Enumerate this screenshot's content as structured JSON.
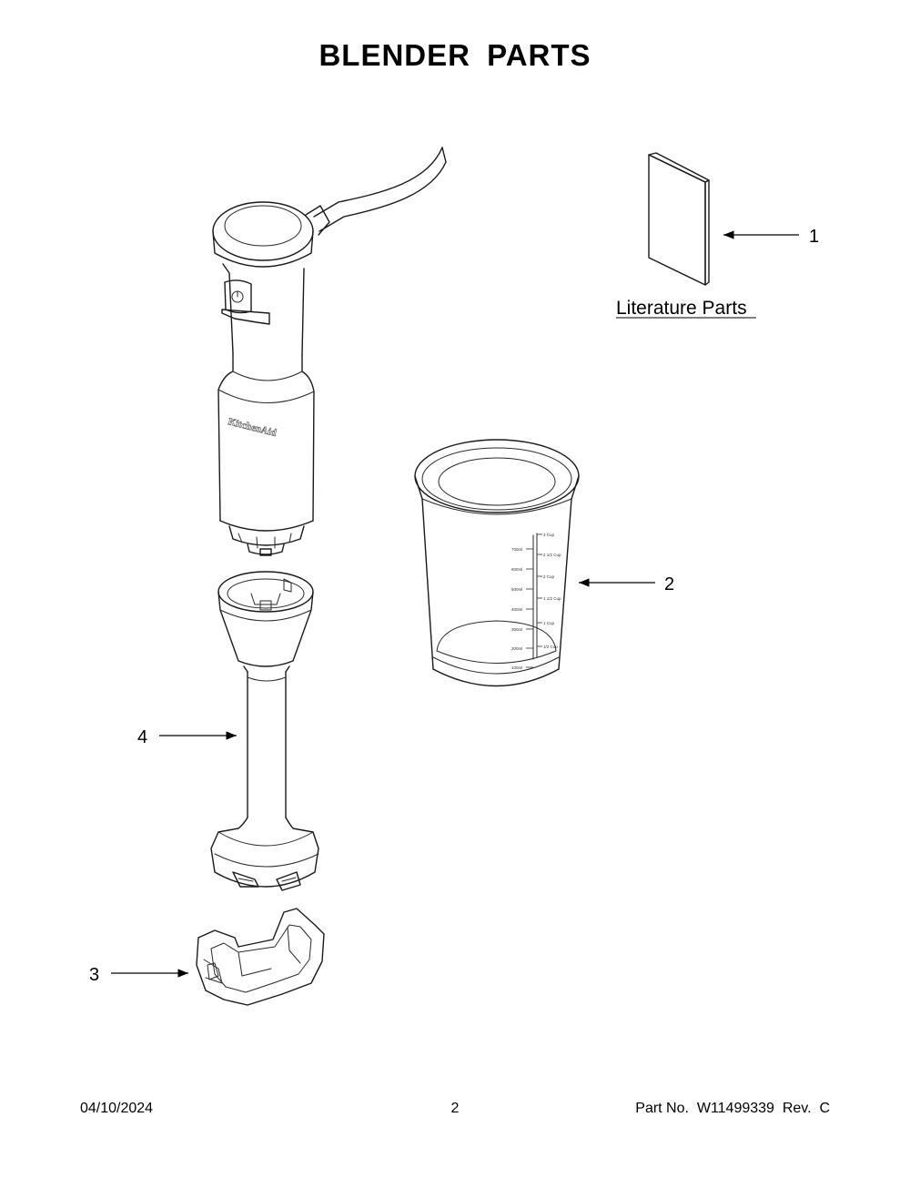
{
  "title": "BLENDER PARTS",
  "callouts": {
    "literature": "1",
    "beaker": "2",
    "blade_guard": "3",
    "blending_arm": "4"
  },
  "literature_label": "Literature Parts",
  "motor_brand": "KitchenAid",
  "beaker_markings": {
    "ml": [
      "700ml",
      "600ml",
      "500ml",
      "400ml",
      "300ml",
      "200ml",
      "100ml"
    ],
    "cup": [
      "3 Cup",
      "2 1/2 Cup",
      "2 Cup",
      "1 1/2 Cup",
      "1 Cup",
      "1/2 Cup"
    ]
  },
  "footer": {
    "date": "04/10/2024",
    "page": "2",
    "part_no": "Part No.  W11499339  Rev.  C"
  }
}
